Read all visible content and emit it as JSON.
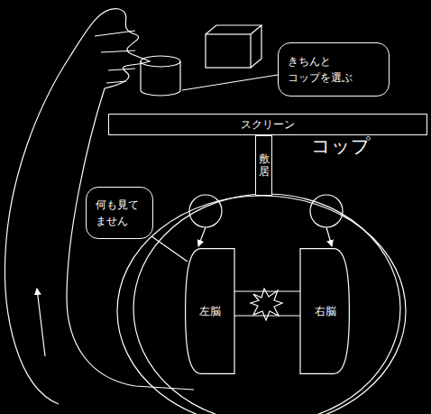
{
  "diagram": {
    "nodes": [
      {
        "text": [
          "きちんと コップを選ぶ"
        ]
      },
      {
        "text": [
          "スクリーン"
        ]
      },
      {
        "text": [
          "敷居"
        ]
      },
      {
        "text": [
          "何も見て ません"
        ]
      },
      {
        "text": [
          "左脳"
        ]
      },
      {
        "text": [
          "右脳"
        ]
      }
    ],
    "edges": [
      {
        "from": 4,
        "to": 5,
        "arrow": "none"
      }
    ],
    "labels": [
      "コップ"
    ]
  }
}
